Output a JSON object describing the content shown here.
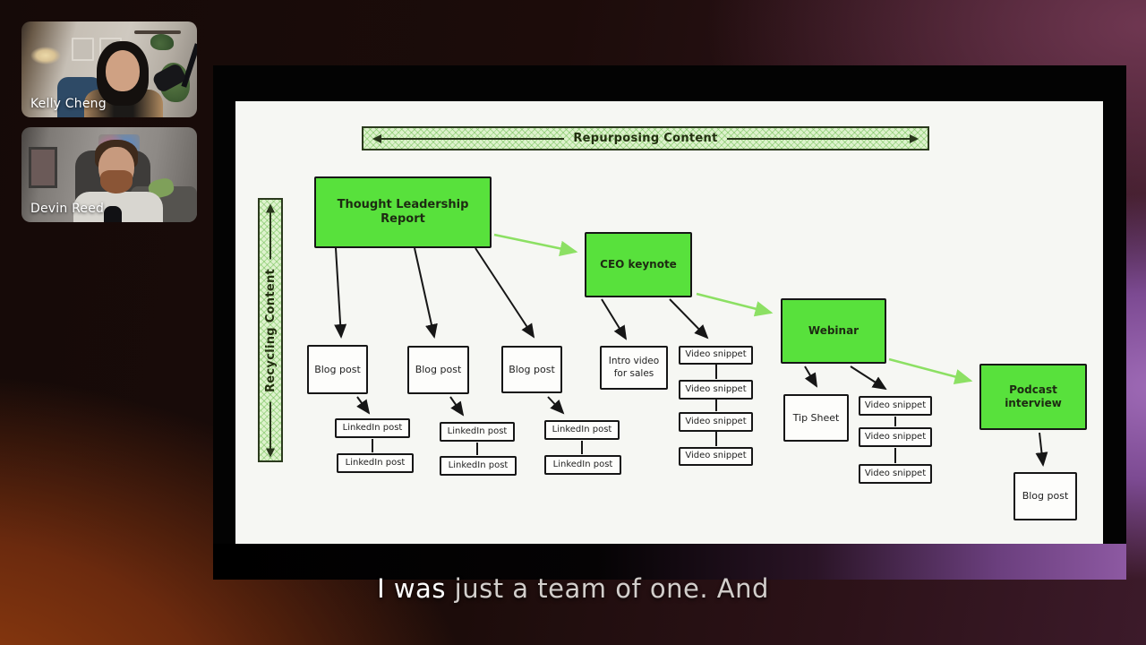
{
  "participants": [
    {
      "name": "Kelly Cheng"
    },
    {
      "name": "Devin Reed"
    }
  ],
  "caption": {
    "emphasis": "I was ",
    "rest": "just a team of one. And"
  },
  "diagram": {
    "banners": {
      "top": "Repurposing Content",
      "left": "Recycling Content"
    },
    "labels": {
      "thought_leadership": "Thought Leadership Report",
      "ceo_keynote": "CEO keynote",
      "webinar": "Webinar",
      "podcast_interview": "Podcast interview",
      "blog_post": "Blog post",
      "intro_video": "Intro video for sales",
      "video_snippet": "Video snippet",
      "tip_sheet": "Tip Sheet",
      "linkedin_post": "LinkedIn post"
    },
    "edges": [
      {
        "from": "Thought Leadership Report",
        "to": "Blog post (x3)"
      },
      {
        "from": "Thought Leadership Report",
        "to": "CEO keynote"
      },
      {
        "from": "CEO keynote",
        "to": "Intro video for sales"
      },
      {
        "from": "CEO keynote",
        "to": "Video snippet stack (x4)"
      },
      {
        "from": "CEO keynote",
        "to": "Webinar"
      },
      {
        "from": "Webinar",
        "to": "Tip Sheet"
      },
      {
        "from": "Webinar",
        "to": "Video snippet stack (x3)"
      },
      {
        "from": "Webinar",
        "to": "Podcast interview"
      },
      {
        "from": "Podcast interview",
        "to": "Blog post"
      },
      {
        "from": "Blog post (each)",
        "to": "LinkedIn post (x2)"
      }
    ],
    "colors": {
      "node_green": "#58e13c",
      "hatch_fill": "#def2cd",
      "arrow_black": "#161616",
      "arrow_green": "#8ce063"
    }
  }
}
